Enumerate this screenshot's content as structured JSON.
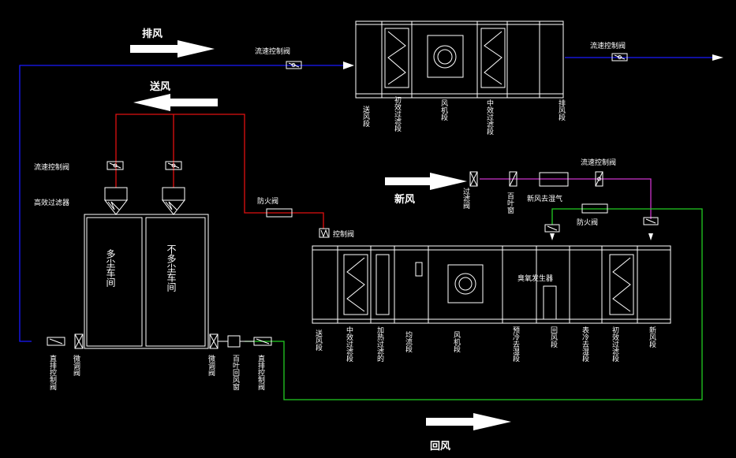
{
  "colors": {
    "background": "#000000",
    "equipment": "#ffffff",
    "exhaust_duct": "#1a1aff",
    "supply_duct": "#e01010",
    "fresh_air_duct": "#cc33cc",
    "return_duct": "#22cc22"
  },
  "arrows": {
    "exhaust": "排风",
    "supply": "送风",
    "fresh": "新风",
    "return": "回风"
  },
  "exhaust_unit": {
    "sections": [
      "送风段",
      "初效过滤段",
      "风机段",
      "中效过滤段",
      "排风段"
    ],
    "outlet_valve": "流速控制阀"
  },
  "exhaust_inlet_valve": "流速控制阀",
  "supply_valves_label": "流速控制阀",
  "hepa_label": "高效过滤器",
  "rooms": [
    "多尘车间",
    "不多尘车间"
  ],
  "fire_damper_label": "防火阀",
  "control_valve_label": "控制阀",
  "fresh_air": {
    "filter_valve": "过滤阀",
    "louver": "百叶窗",
    "dehumidifier": "新风去湿气",
    "flow_valve": "流速控制阀",
    "fire_damper": "防火阀"
  },
  "ahu": {
    "sections": [
      "送风段",
      "中效过滤段",
      "加热过滤的",
      "均流段",
      "风机段",
      "预冷去湿段",
      "回风段",
      "表冷去湿段",
      "初效过滤段",
      "新风段"
    ],
    "ozone_label": "臭氧发生器"
  },
  "bottom_labels": {
    "left_flow_valve": "直排控制阀",
    "left_damper": "微调阀",
    "right_damper": "微调阀",
    "louver_return": "百叶回风窗",
    "right_flow_valve": "直排控制阀"
  }
}
